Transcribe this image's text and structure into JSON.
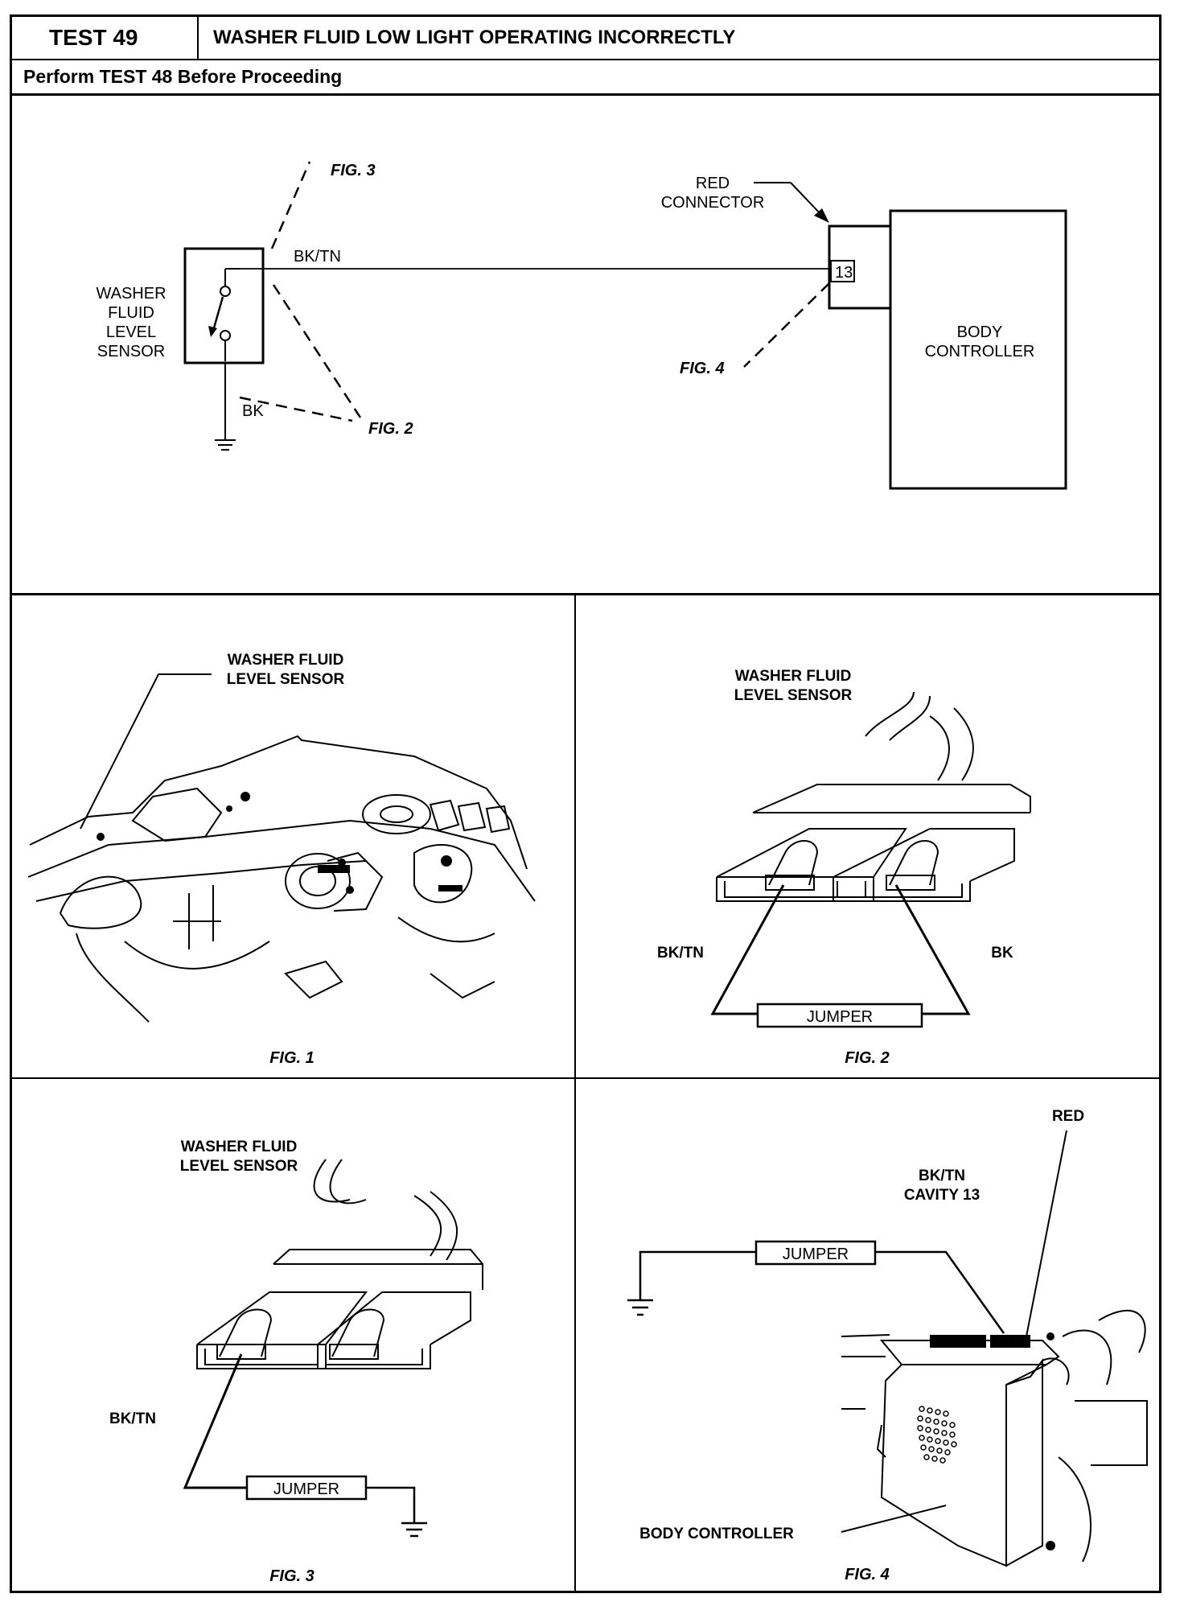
{
  "header": {
    "test_number": "TEST 49",
    "title": "WASHER FLUID LOW LIGHT OPERATING INCORRECTLY",
    "subheader": "Perform TEST 48 Before Proceeding"
  },
  "schematic": {
    "sensor_label": [
      "WASHER",
      "FLUID",
      "LEVEL",
      "SENSOR"
    ],
    "wire_bk_tn": "BK/TN",
    "wire_bk": "BK",
    "connector_label": [
      "RED",
      "CONNECTOR"
    ],
    "cavity": "13",
    "controller_label": [
      "BODY",
      "CONTROLLER"
    ],
    "fig2_ref": "FIG. 2",
    "fig3_ref": "FIG. 3",
    "fig4_ref": "FIG. 4"
  },
  "fig1": {
    "callout": [
      "WASHER FLUID",
      "LEVEL SENSOR"
    ],
    "caption": "FIG. 1"
  },
  "fig2": {
    "callout": [
      "WASHER FLUID",
      "LEVEL SENSOR"
    ],
    "left_wire": "BK/TN",
    "right_wire": "BK",
    "jumper": "JUMPER",
    "caption": "FIG. 2"
  },
  "fig3": {
    "callout": [
      "WASHER FLUID",
      "LEVEL SENSOR"
    ],
    "wire": "BK/TN",
    "jumper": "JUMPER",
    "caption": "FIG. 3"
  },
  "fig4": {
    "red": "RED",
    "cavity_label": [
      "BK/TN",
      "CAVITY 13"
    ],
    "jumper": "JUMPER",
    "controller": "BODY CONTROLLER",
    "caption": "FIG. 4"
  }
}
